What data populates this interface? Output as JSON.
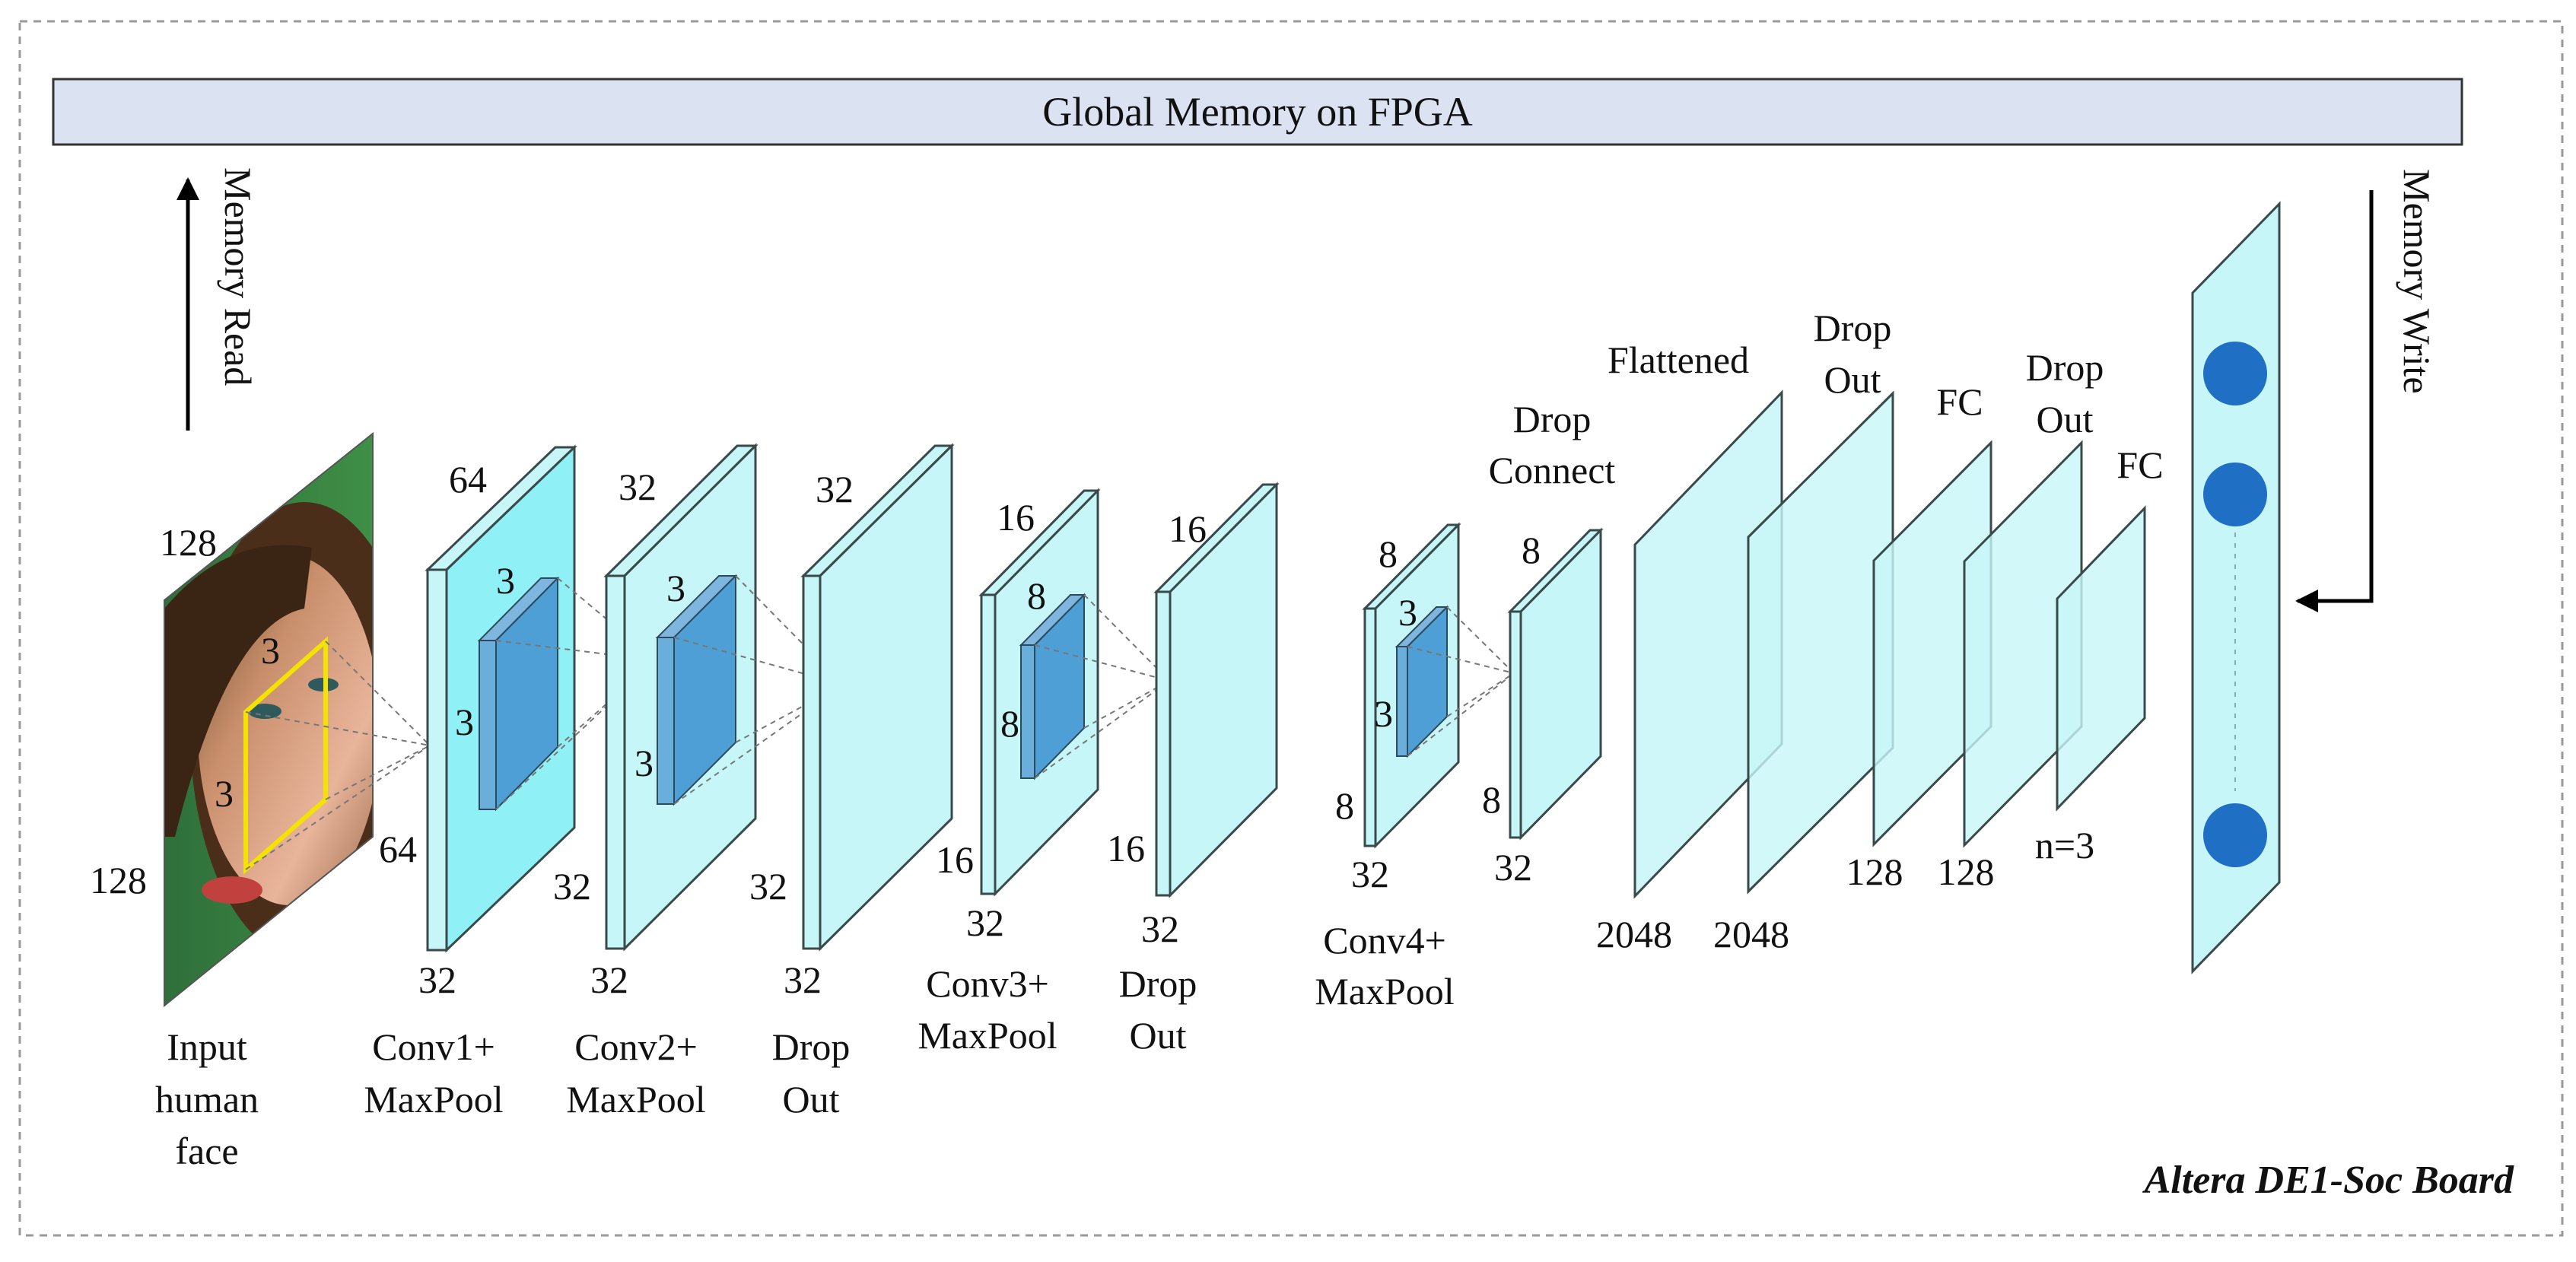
{
  "banner": {
    "title": "Global Memory on FPGA"
  },
  "arrows": {
    "read": "Memory Read",
    "write": "Memory Write"
  },
  "board_label": "Altera DE1-Soc Board",
  "colors": {
    "banner_fill": "#dbe3f3",
    "layer_fill": "#c7f6f8",
    "conv1_fill": "#8ff1f5",
    "kernel_fill": "#4f9fd7",
    "node_fill": "#1f6fc4",
    "window_stroke": "#f4e300",
    "outline": "#3a4a4a"
  },
  "input": {
    "label": [
      "Input",
      "human",
      "face"
    ],
    "dims": {
      "top": "128",
      "left": "128",
      "window_h": "3",
      "window_w": "3"
    },
    "image": "human-face-photo"
  },
  "layers": [
    {
      "id": "conv1",
      "label": [
        "Conv1+",
        "MaxPool"
      ],
      "depth": "64",
      "height": "64",
      "width": "32",
      "kernel": [
        "3",
        "3"
      ]
    },
    {
      "id": "conv2",
      "label": [
        "Conv2+",
        "MaxPool"
      ],
      "depth": "32",
      "height": "32",
      "width": "32",
      "kernel": [
        "3",
        "3"
      ]
    },
    {
      "id": "drop1",
      "label": [
        "Drop",
        "Out"
      ],
      "depth": "32",
      "height": "32",
      "width": "32"
    },
    {
      "id": "conv3",
      "label": [
        "Conv3+",
        "MaxPool"
      ],
      "depth": "16",
      "height": "16",
      "width": "32",
      "kernel": [
        "8",
        "8"
      ]
    },
    {
      "id": "drop2",
      "label": [
        "Drop",
        "Out"
      ],
      "depth": "16",
      "height": "16",
      "width": "32"
    },
    {
      "id": "conv4",
      "label": [
        "Conv4+",
        "MaxPool"
      ],
      "depth": "8",
      "height": "8",
      "width": "32",
      "kernel": [
        "3",
        "3"
      ]
    },
    {
      "id": "dropconnect",
      "label": [
        "Drop",
        "Connect"
      ],
      "depth": "8",
      "height": "8",
      "width": "32"
    },
    {
      "id": "flat",
      "label": [
        "Flattened"
      ],
      "size": "2048"
    },
    {
      "id": "drop3",
      "label": [
        "Drop",
        "Out"
      ],
      "size": "2048"
    },
    {
      "id": "fc1",
      "label": [
        "FC"
      ],
      "size": "128"
    },
    {
      "id": "drop4",
      "label": [
        "Drop",
        "Out"
      ],
      "size": "128"
    },
    {
      "id": "fc2",
      "label": [
        "FC"
      ],
      "size": "n=3"
    }
  ],
  "output": {
    "nodes_shown": 3,
    "ellipsis": "vertical-dashed"
  }
}
